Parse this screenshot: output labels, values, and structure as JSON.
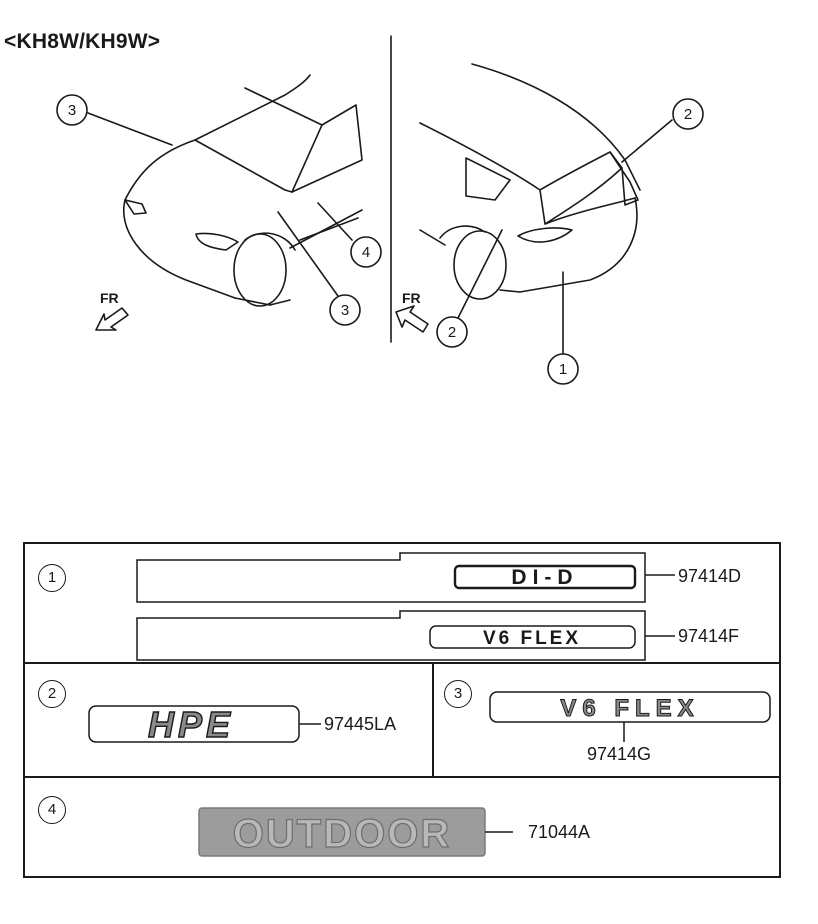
{
  "model_label": "<KH8W/KH9W>",
  "direction_label": "FR",
  "views": {
    "front": {
      "callouts": [
        "3",
        "4",
        "3"
      ]
    },
    "rear": {
      "callouts": [
        "2",
        "2",
        "1"
      ]
    }
  },
  "parts": [
    {
      "ref": "1",
      "emblems": [
        {
          "text": "DI-D",
          "part_no": "97414D"
        },
        {
          "text": "V6 FLEX",
          "part_no": "97414F"
        }
      ]
    },
    {
      "ref": "2",
      "emblems": [
        {
          "text": "HPE",
          "part_no": "97445LA"
        }
      ]
    },
    {
      "ref": "3",
      "emblems": [
        {
          "text": "V6 FLEX",
          "part_no": "97414G"
        }
      ]
    },
    {
      "ref": "4",
      "emblems": [
        {
          "text": "OUTDOOR",
          "part_no": "71044A"
        }
      ]
    }
  ],
  "colors": {
    "line": "#1a1a1a",
    "hpe_fill": "#8a8a8a",
    "outdoor_plate": "#9c9c9c",
    "outdoor_text": "#b8b8b8"
  }
}
